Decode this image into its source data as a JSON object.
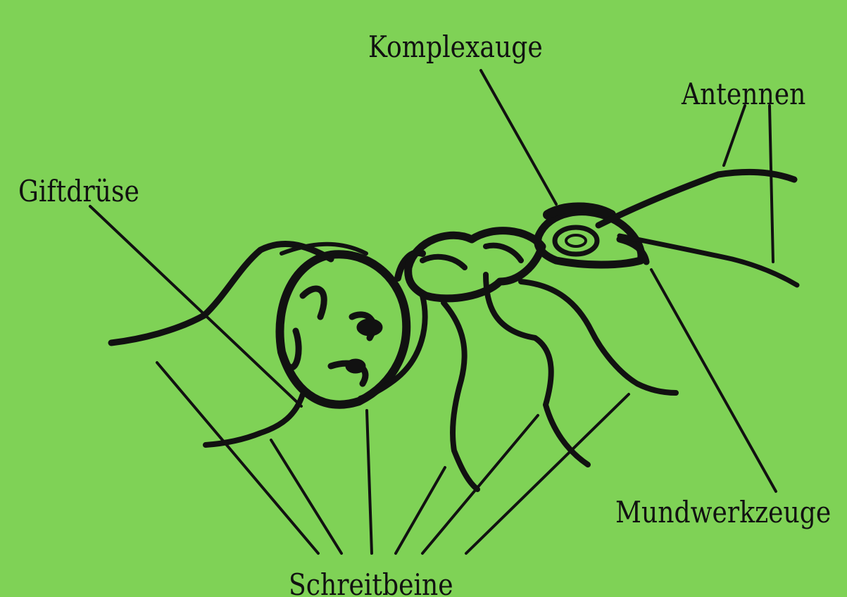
{
  "colors": {
    "background": "#7fd256",
    "ink": "#111111"
  },
  "diagram": {
    "subject": "ant-side-view",
    "labels": {
      "compound_eye": "Komplexauge",
      "antennae": "Antennen",
      "venom_gland": "Giftdrüse",
      "mouthparts": "Mundwerkzeuge",
      "walking_legs": "Schreitbeine"
    }
  }
}
